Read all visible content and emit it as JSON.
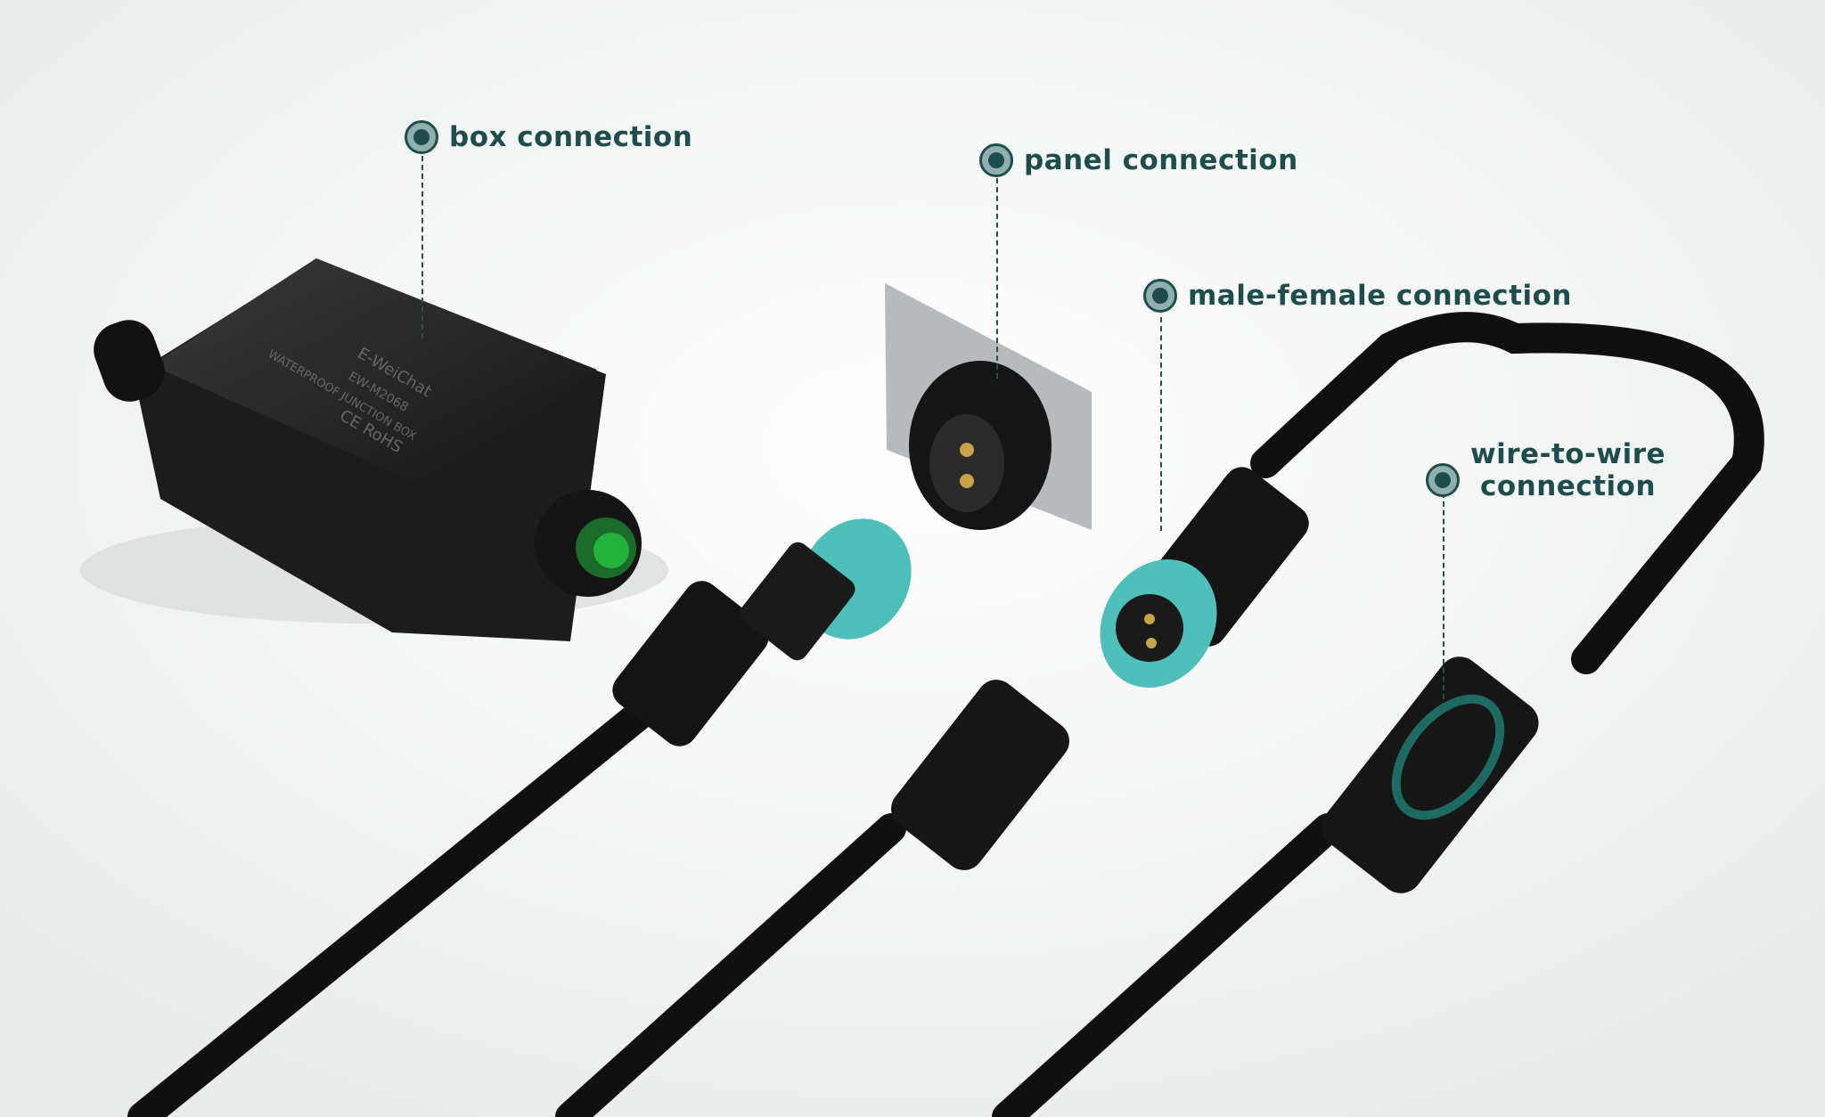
{
  "callouts": [
    {
      "label": "box connection"
    },
    {
      "label": "panel connection"
    },
    {
      "label": "male-female connection"
    },
    {
      "label_line1": "wire-to-wire",
      "label_line2": "connection"
    }
  ],
  "product_markings": {
    "brand": "E-WeiChat",
    "model": "EW-M2068",
    "description": "WATERPROOF JUNCTION BOX",
    "certs": "CE RoHS"
  },
  "colors": {
    "accent": "#1f4d4b",
    "marker_fill": "#8fb0ad",
    "connector_teal": "#4fbfbb",
    "cable": "#111111"
  }
}
